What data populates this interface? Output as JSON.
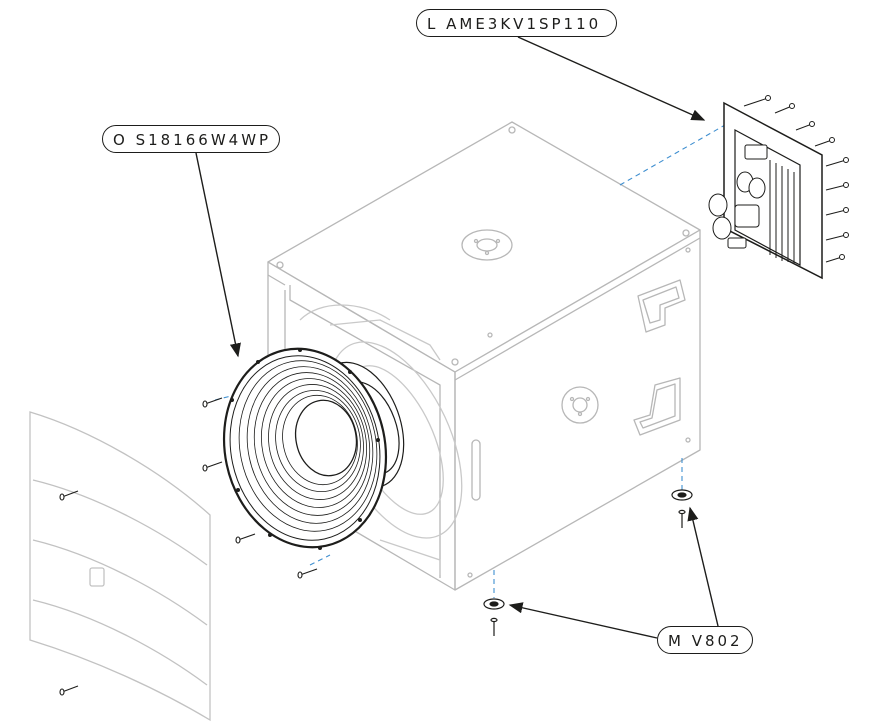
{
  "callouts": {
    "amplifier_module": "L AME3KV1SP110",
    "woofer_driver": "O S18166W4WP",
    "rubber_foot": "M V802"
  },
  "colors": {
    "ink": "#1d1d1b",
    "cabinet_line": "#b7b7b7",
    "grille_line": "#c2c2c2",
    "guide_dash": "#3f8fd0"
  },
  "icons": {
    "cabinet": "subwoofer-cabinet-exploded",
    "woofer": "speaker-driver",
    "amp": "amplifier-plate",
    "grille": "front-grille",
    "foot": "rubber-foot",
    "screw": "screw"
  }
}
